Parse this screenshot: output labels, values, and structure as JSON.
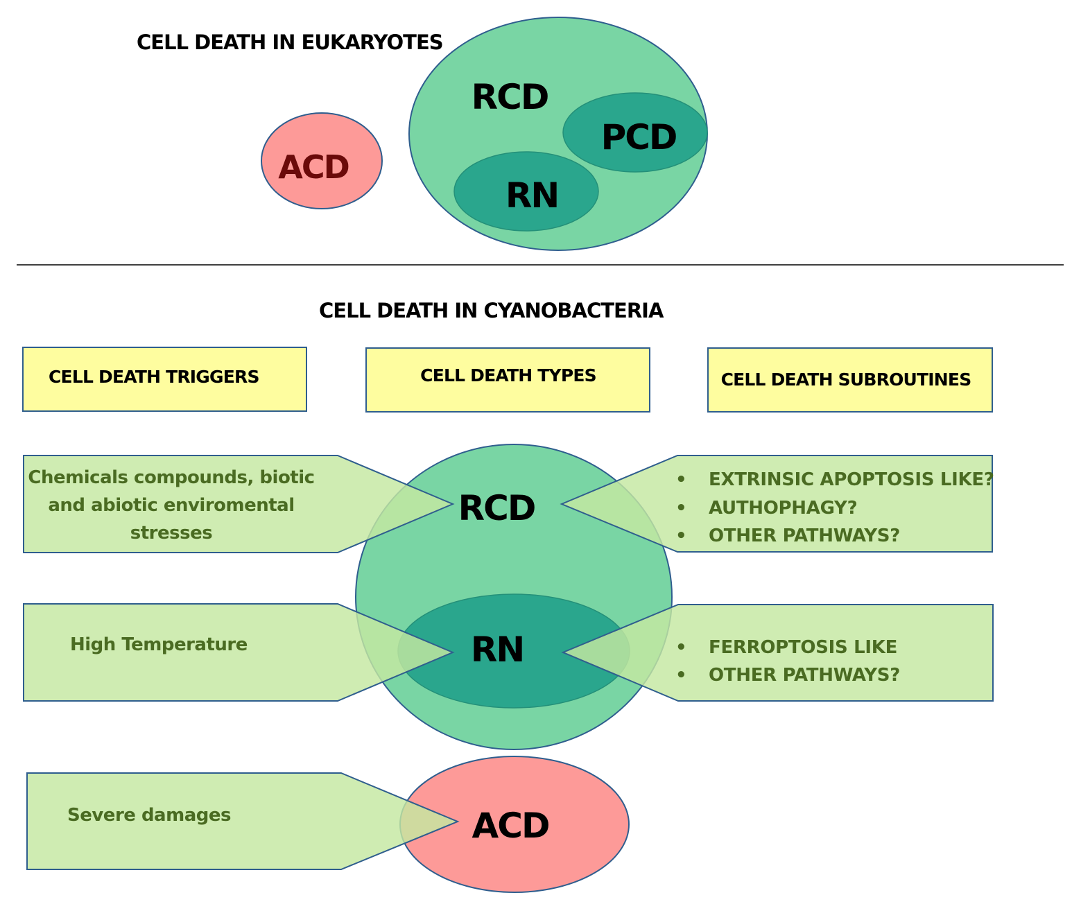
{
  "colors": {
    "rcd_fill": "#79d5a4",
    "inner_fill": "#2aa68d",
    "acd_fill": "#fd9a98",
    "outline": "#2f5e8e",
    "header_fill": "#fefd9f",
    "arrow_fill": "#c5e8a1",
    "arrow_text": "#4a6b22",
    "acd_top_text": "#6b0a0a"
  },
  "eukaryotes": {
    "title": "CELL DEATH IN EUKARYOTES",
    "acd_label": "ACD",
    "rcd_label": "RCD",
    "pcd_label": "PCD",
    "rn_label": "RN"
  },
  "cyanobacteria": {
    "title": "CELL DEATH IN CYANOBACTERIA",
    "headers": {
      "triggers": "CELL DEATH TRIGGERS",
      "types": "CELL DEATH TYPES",
      "subroutines": "CELL DEATH SUBROUTINES"
    },
    "types": {
      "rcd": "RCD",
      "rn": "RN",
      "acd": "ACD"
    },
    "triggers": {
      "rcd": [
        "Chemicals compounds, biotic",
        "and abiotic enviromental",
        "stresses"
      ],
      "rn": "High Temperature",
      "acd": "Severe damages"
    },
    "subroutines": {
      "bullet": "•",
      "rcd": [
        "EXTRINSIC  APOPTOSIS LIKE?",
        "AUTHOPHAGY?",
        "OTHER PATHWAYS?"
      ],
      "rn": [
        "FERROPTOSIS LIKE",
        "OTHER PATHWAYS?"
      ]
    }
  }
}
